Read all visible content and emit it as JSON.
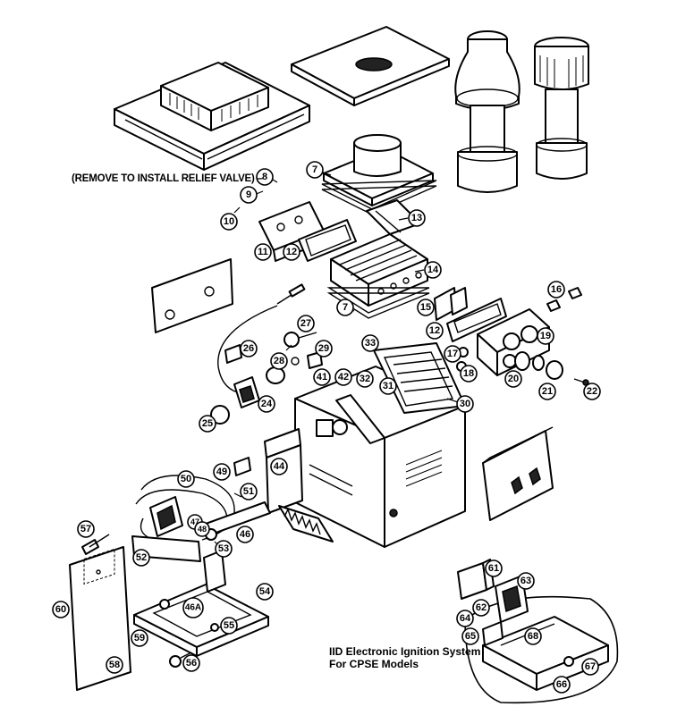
{
  "notes": {
    "relief_valve": "(REMOVE TO INSTALL RELIEF VALVE) –",
    "iid_line1": "IID Electronic Ignition System",
    "iid_line2": "For CPSE Models"
  },
  "callouts": {
    "c7a": "7",
    "c8": "8",
    "c9": "9",
    "c10": "10",
    "c11": "11",
    "c12a": "12",
    "c13": "13",
    "c14": "14",
    "c7b": "7",
    "c15": "15",
    "c16": "16",
    "c12b": "12",
    "c19": "19",
    "c17": "17",
    "c18": "18",
    "c20": "20",
    "c21": "21",
    "c22": "22",
    "c27": "27",
    "c26": "26",
    "c28": "28",
    "c29": "29",
    "c33": "33",
    "c42": "42",
    "c41": "41",
    "c32": "32",
    "c31": "31",
    "c30": "30",
    "c24": "24",
    "c25": "25",
    "c44": "44",
    "c50": "50",
    "c49": "49",
    "c51": "51",
    "c47": "47",
    "c48": "48",
    "c46": "46",
    "c53": "53",
    "c52": "52",
    "c57": "57",
    "c54": "54",
    "c60": "60",
    "c46a": "46A",
    "c55": "55",
    "c59": "59",
    "c56": "56",
    "c58": "58",
    "c61": "61",
    "c62": "62",
    "c63": "63",
    "c64": "64",
    "c65": "65",
    "c68": "68",
    "c67": "67",
    "c66": "66"
  }
}
